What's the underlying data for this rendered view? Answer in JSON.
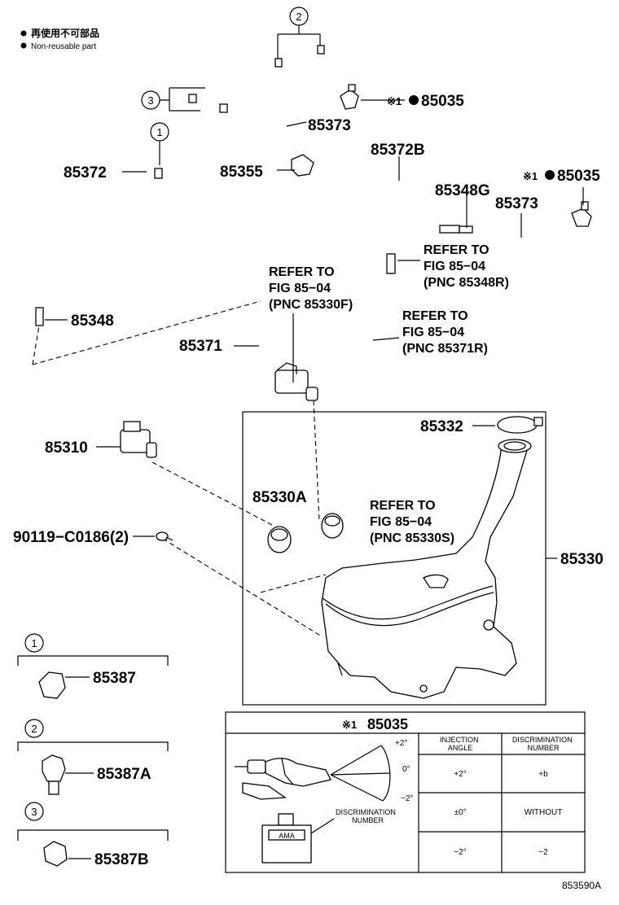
{
  "legend": {
    "line_jp": "再使用不可部品",
    "line_en": "Non-reusable part"
  },
  "callouts": {
    "c1": "1",
    "c2": "2",
    "c3": "3"
  },
  "part_numbers": {
    "p85035_top": "85035",
    "p85035_right": "85035",
    "mark_top": "※1",
    "mark_right": "※1",
    "p85373_a": "85373",
    "p85372B": "85372B",
    "p85372": "85372",
    "p85355": "85355",
    "p85348G": "85348G",
    "p85373_b": "85373",
    "p85348": "85348",
    "p85371": "85371",
    "p85310": "85310",
    "p85332": "85332",
    "p85330A": "85330A",
    "p90119": "90119−C0186(2)",
    "p85330": "85330",
    "p85387": "85387",
    "p85387A": "85387A",
    "p85387B": "85387B"
  },
  "references": {
    "r1": [
      "REFER TO",
      "FIG 85−04",
      "(PNC 85330F)"
    ],
    "r2": [
      "REFER TO",
      "FIG 85−04",
      "(PNC 85348R)"
    ],
    "r3": [
      "REFER TO",
      "FIG 85−04",
      "(PNC 85371R)"
    ],
    "r4": [
      "REFER TO",
      "FIG 85−04",
      "(PNC 85330S)"
    ]
  },
  "detail_table": {
    "title_mark": "※1",
    "title_part": "85035",
    "angle_labels": [
      "+2°",
      "0°",
      "−2°"
    ],
    "discrimination_note": [
      "DISCRIMINATION",
      "NUMBER"
    ],
    "stamp": "AMA",
    "col_headers": [
      [
        "INJECTION",
        "ANGLE"
      ],
      [
        "DISCRIMINATION",
        "NUMBER"
      ]
    ],
    "rows": [
      {
        "angle": "+2°",
        "number": "+b"
      },
      {
        "angle": "±0°",
        "number": "WITHOUT"
      },
      {
        "angle": "−2°",
        "number": "−2"
      }
    ]
  },
  "figure_id": "853590A"
}
